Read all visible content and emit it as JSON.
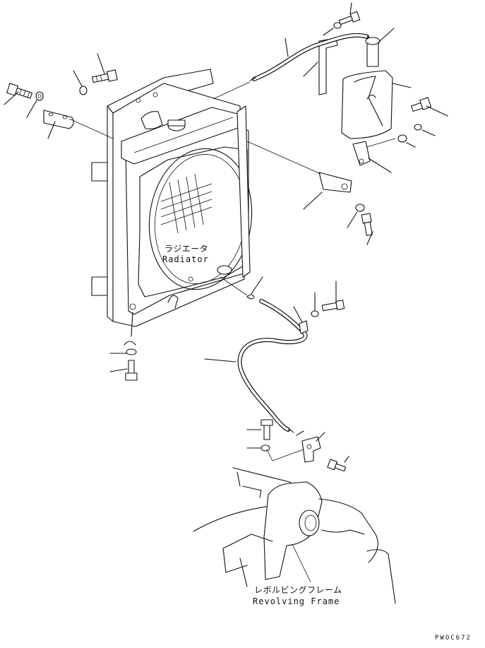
{
  "labels": {
    "radiator_jp": "ラジエータ",
    "radiator_en": "Radiator",
    "frame_jp": "レボルビングフレーム",
    "frame_en": "Revolving Frame",
    "drawing_code": "PWOC672"
  },
  "colors": {
    "ink": "#111111",
    "paper": "#ffffff"
  }
}
